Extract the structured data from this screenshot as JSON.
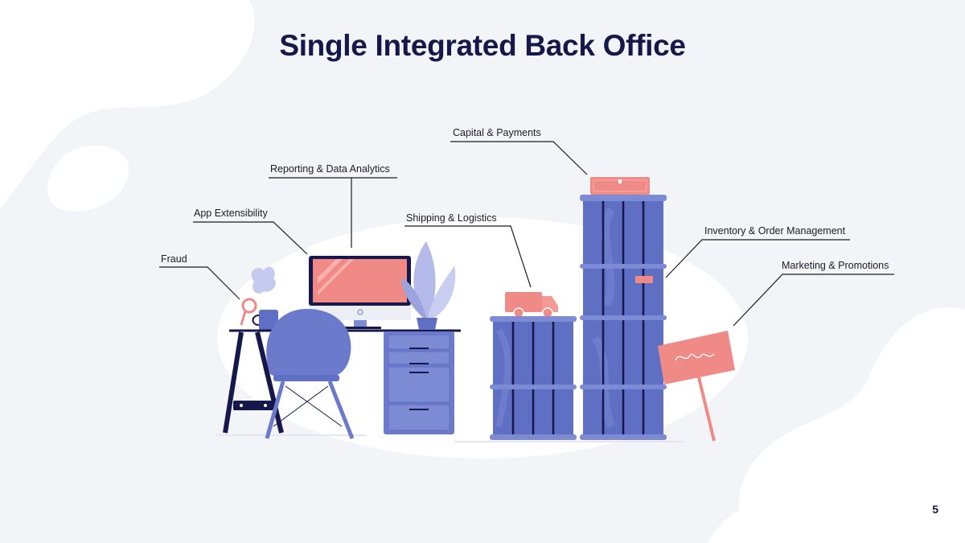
{
  "title": "Single Integrated Back Office",
  "labels": {
    "capital": "Capital & Payments",
    "reporting": "Reporting & Data Analytics",
    "app": "App Extensibility",
    "shipping": "Shipping & Logistics",
    "inventory": "Inventory & Order Management",
    "marketing": "Marketing & Promotions",
    "fraud": "Fraud"
  },
  "page_number": "5",
  "colors": {
    "navy": "#16174a",
    "blue": "#5f6fc4",
    "blue_light": "#7d8ad4",
    "pink": "#f08a86",
    "background": "#f3f4f8"
  }
}
